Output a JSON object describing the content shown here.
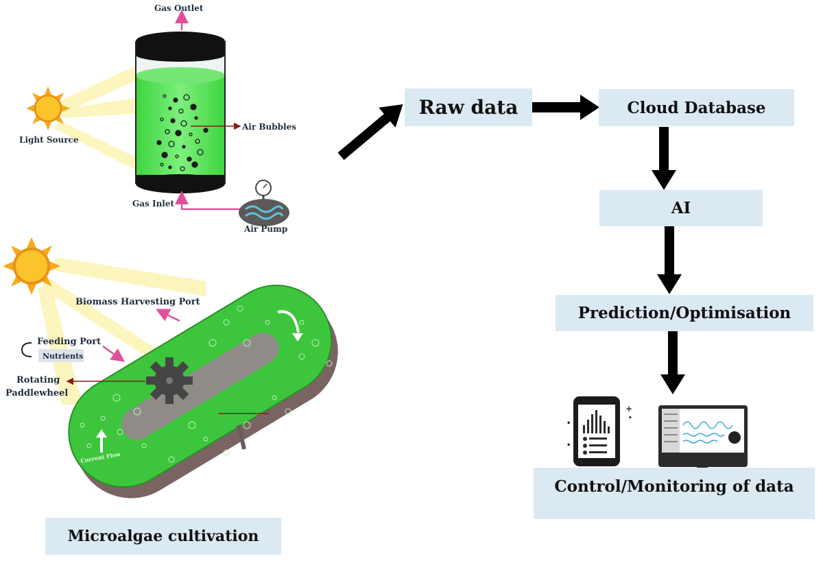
{
  "photobioreactor": {
    "gas_outlet": "Gas Outlet",
    "light_source": "Light Source",
    "air_bubbles": "Air Bubbles",
    "gas_inlet": "Gas Inlet",
    "air_pump": "Air Pump"
  },
  "raceway_pond": {
    "biomass_port": "Biomass Harvesting Port",
    "feeding_port": "Feeding Port",
    "nutrients": "Nutrients",
    "paddlewheel_line1": "Rotating",
    "paddlewheel_line2": "Paddlewheel",
    "current_flow": "Current Flow"
  },
  "caption": "Microalgae cultivation",
  "flow": {
    "raw_data": "Raw data",
    "cloud_database": "Cloud Database",
    "ai": "AI",
    "prediction": "Prediction/Optimisation",
    "control": "Control/Monitoring of data"
  },
  "colors": {
    "box_fill": "#dbe9f2",
    "algae_green": "#59e159",
    "pink_arrow": "#e0509a",
    "sun": "#f7a81b"
  },
  "icons": [
    "sun-icon",
    "air-pump-icon",
    "smartphone-icon",
    "monitor-icon",
    "paddlewheel-icon"
  ]
}
